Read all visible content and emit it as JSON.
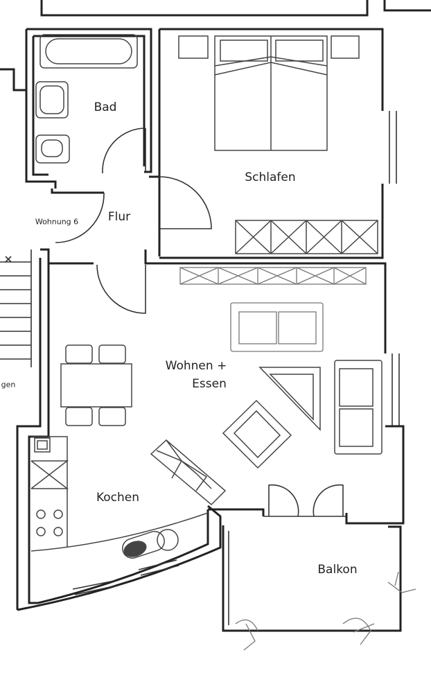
{
  "rooms": {
    "bad": "Bad",
    "schlafen": "Schlafen",
    "flur": "Flur",
    "wohnung": "Wohnung 6",
    "wohnen": "Wohnen +",
    "essen": "Essen",
    "kochen": "Kochen",
    "balkon": "Balkon",
    "stair_fragment": "gen"
  }
}
